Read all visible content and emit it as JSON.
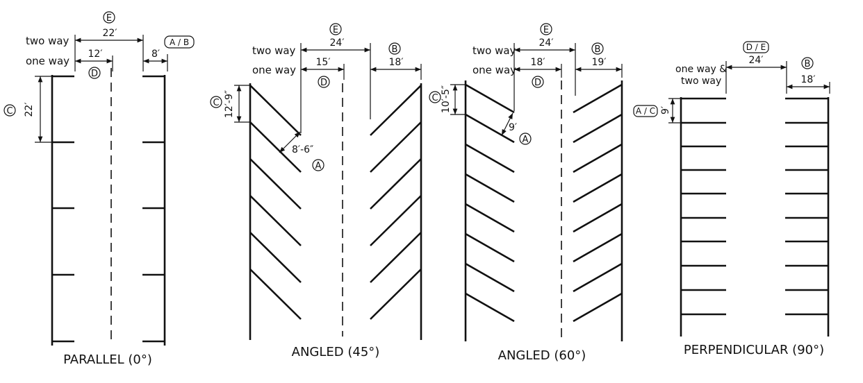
{
  "labels": {
    "two_way": "two way",
    "one_way": "one way",
    "one_way_and_two_way": "one way &",
    "two_way_line2": "two way"
  },
  "markers": {
    "A": "A",
    "B": "B",
    "C": "C",
    "D": "D",
    "E": "E",
    "AB": "A / B",
    "AC": "A / C",
    "DE": "D / E"
  },
  "parallel": {
    "title": "PARALLEL (0°)",
    "two_way_width": "22′",
    "one_way_width": "12′",
    "stall_depth": "8′",
    "stall_length": "22′"
  },
  "angled45": {
    "title": "ANGLED (45°)",
    "two_way_width": "24′",
    "one_way_width": "15′",
    "stall_depth": "18′",
    "stall_length": "12′-9″",
    "stall_width": "8′-6″"
  },
  "angled60": {
    "title": "ANGLED (60°)",
    "two_way_width": "24′",
    "one_way_width": "18′",
    "stall_depth": "19′",
    "stall_length": "10′-5″",
    "stall_width": "9′"
  },
  "perpendicular": {
    "title": "PERPENDICULAR (90°)",
    "aisle_width": "24′",
    "stall_depth": "18′",
    "stall_width": "9′"
  }
}
